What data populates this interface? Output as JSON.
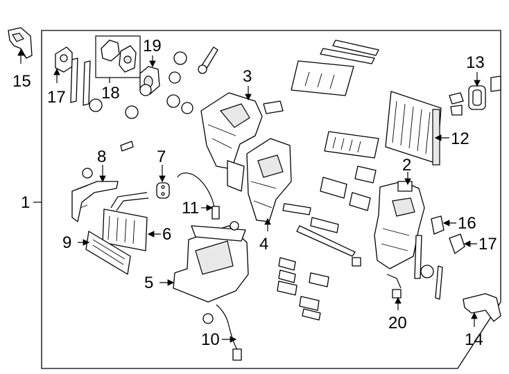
{
  "callouts": {
    "c1": "1",
    "c2": "2",
    "c3": "3",
    "c4": "4",
    "c5": "5",
    "c6": "6",
    "c7": "7",
    "c8": "8",
    "c9": "9",
    "c10": "10",
    "c11": "11",
    "c12": "12",
    "c13": "13",
    "c14": "14",
    "c15": "15",
    "c16": "16",
    "c17a": "17",
    "c17b": "17",
    "c18": "18",
    "c19": "19",
    "c20": "20"
  }
}
